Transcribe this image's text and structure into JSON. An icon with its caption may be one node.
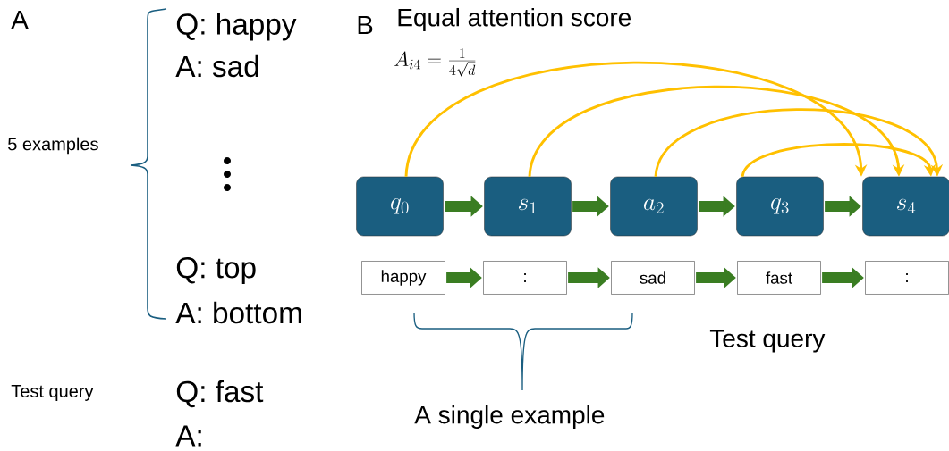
{
  "diagram": {
    "nodes": [
      {
        "text": [
          "q_{0}"
        ]
      },
      {
        "text": [
          "s_{1}"
        ]
      },
      {
        "text": [
          "a_{2}"
        ]
      },
      {
        "text": [
          "q_{3}"
        ]
      },
      {
        "text": [
          "s_{4}"
        ]
      },
      {
        "text": [
          "happy"
        ]
      },
      {
        "text": [
          ":"
        ]
      },
      {
        "text": [
          "sad"
        ]
      },
      {
        "text": [
          "fast"
        ]
      },
      {
        "text": [
          ":"
        ]
      }
    ],
    "edges": [
      {
        "from": 0,
        "to": 1,
        "arrow": "to"
      },
      {
        "from": 1,
        "to": 2,
        "arrow": "to"
      },
      {
        "from": 2,
        "to": 3,
        "arrow": "to"
      },
      {
        "from": 3,
        "to": 4,
        "arrow": "to"
      },
      {
        "from": 5,
        "to": 6,
        "arrow": "to"
      },
      {
        "from": 6,
        "to": 7,
        "arrow": "to"
      },
      {
        "from": 7,
        "to": 8,
        "arrow": "to"
      },
      {
        "from": 8,
        "to": 9,
        "arrow": "to"
      },
      {
        "from": 0,
        "to": 4,
        "arrow": "to",
        "color": "#ffc000"
      },
      {
        "from": 1,
        "to": 4,
        "arrow": "to",
        "color": "#ffc000"
      },
      {
        "from": 2,
        "to": 4,
        "arrow": "to",
        "color": "#ffc000"
      },
      {
        "from": 3,
        "to": 4,
        "arrow": "to",
        "color": "#ffc000"
      }
    ],
    "labels": [
      "A",
      "Q: happy",
      "A: sad",
      "5 examples",
      "Q: top",
      "A: bottom",
      "Test query",
      "Q: fast",
      "A:",
      "B",
      "Equal attention score",
      "A_{i4} = \\frac{1}{4\\sqrt{d}}",
      "Test query",
      "A single example"
    ]
  }
}
